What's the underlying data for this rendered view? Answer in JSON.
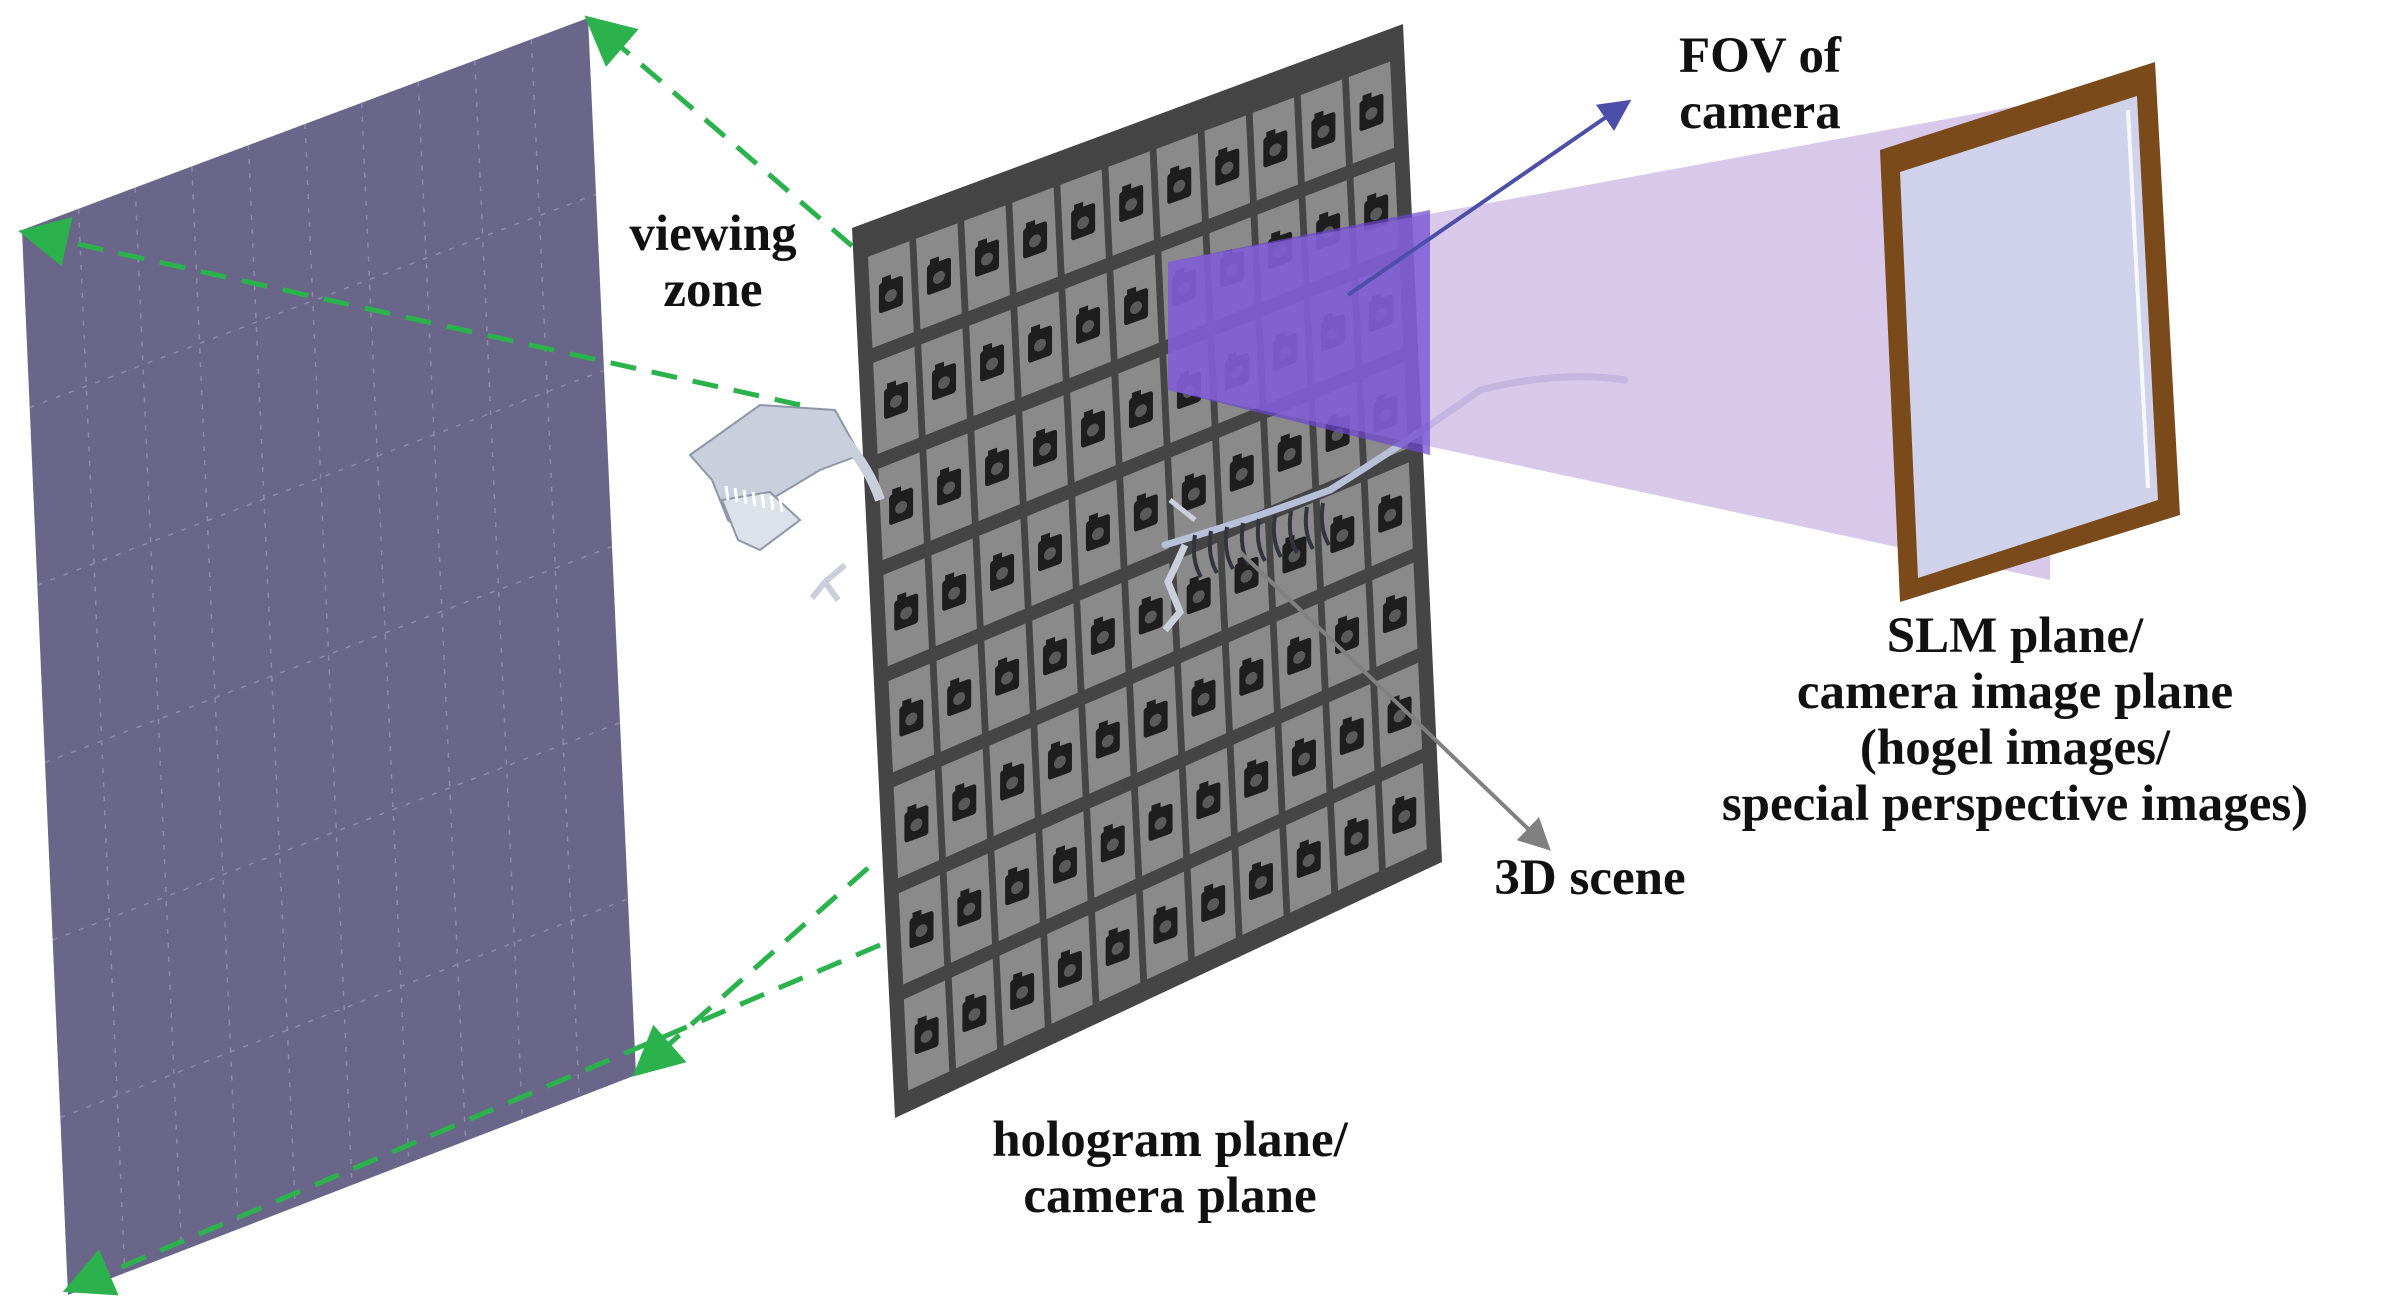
{
  "labels": {
    "fov": [
      "FOV of",
      "camera"
    ],
    "viewing_zone": [
      "viewing",
      "zone"
    ],
    "slm": [
      "SLM plane/",
      "camera image plane",
      "(hogel images/",
      "special perspective images)"
    ],
    "scene": "3D scene",
    "hologram": [
      "hologram plane/",
      "camera plane"
    ]
  },
  "colors": {
    "viewing_plane": "#6a6689",
    "viewing_plane_grid": "#8e8aaa",
    "hologram_frame": "#454545",
    "hologram_cell": "#8a8a8a",
    "camera_icon": "#1e1e1e",
    "fov_beam": "#c8b2e2",
    "fov_front": "#6e48d0",
    "fov_arrow": "#4b4fa8",
    "scene_arrow": "#808080",
    "zone_arrow": "#2bb24c",
    "slm_frame": "#7a4a1a",
    "slm_surface": "#cfd2ea",
    "skeleton": "#c9d0dc"
  },
  "icons": {
    "hogel_camera": "camera-icon",
    "scene_object": "dinosaur-skeleton-icon"
  }
}
